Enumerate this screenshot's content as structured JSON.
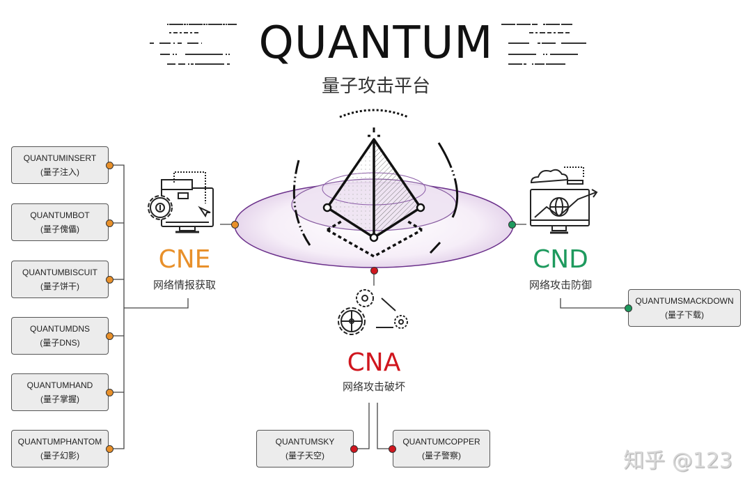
{
  "header": {
    "title": "QUANTUM",
    "subtitle": "量子攻击平台"
  },
  "colors": {
    "cne": "#e8902a",
    "cnd": "#1e9a5e",
    "cna": "#d0161e",
    "orbit": "#6a2f8a"
  },
  "center": {
    "icon": "pyramid-icon"
  },
  "cne": {
    "code": "CNE",
    "label": "网络情报获取",
    "icon": "computer-gear-icon",
    "tools": [
      {
        "name": "QUANTUMINSERT",
        "cn": "(量子注入)"
      },
      {
        "name": "QUANTUMBOT",
        "cn": "(量子傀儡)"
      },
      {
        "name": "QUANTUMBISCUIT",
        "cn": "(量子饼干)"
      },
      {
        "name": "QUANTUMDNS",
        "cn": "(量子DNS)"
      },
      {
        "name": "QUANTUMHAND",
        "cn": "(量子掌握)"
      },
      {
        "name": "QUANTUMPHANTOM",
        "cn": "(量子幻影)"
      }
    ]
  },
  "cnd": {
    "code": "CND",
    "label": "网络攻击防御",
    "icon": "monitor-globe-icon",
    "tools": [
      {
        "name": "QUANTUMSMACKDOWN",
        "cn": "(量子下载)"
      }
    ]
  },
  "cna": {
    "code": "CNA",
    "label": "网络攻击破坏",
    "icon": "gears-icon",
    "tools": [
      {
        "name": "QUANTUMSKY",
        "cn": "(量子天空)"
      },
      {
        "name": "QUANTUMCOPPER",
        "cn": "(量子警察)"
      }
    ]
  },
  "watermark": "知乎 @123"
}
